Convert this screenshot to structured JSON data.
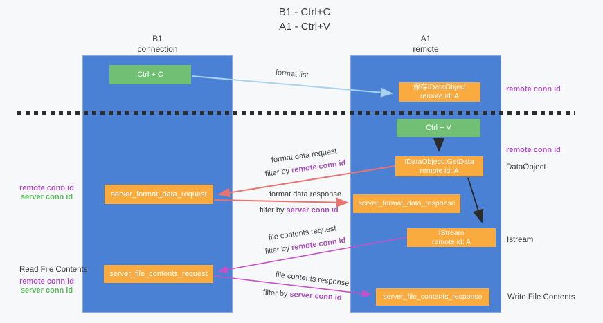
{
  "title": {
    "line1": "B1 - Ctrl+C",
    "line2": "A1 - Ctrl+V"
  },
  "columns": {
    "left": {
      "name": "B1",
      "subtitle": "connection"
    },
    "right": {
      "name": "A1",
      "subtitle": "remote"
    }
  },
  "boxes": {
    "ctrl_c": "Ctrl + C",
    "ctrl_v": "Ctrl + V",
    "save_idataobject": {
      "line1": "保存IDataObject",
      "line2": "remote id: A"
    },
    "getdata": {
      "line1": "IDataObject::GetData",
      "line2": "remote id: A"
    },
    "istream": {
      "line1": "IStream",
      "line2": "remote id: A"
    },
    "format_request": "server_format_data_request",
    "format_response": "server_format_data_response",
    "file_request": "server_file_contents_request",
    "file_response": "server_file_contents_response"
  },
  "flow_labels": {
    "format_list": "format list",
    "format_data_request": "format data request",
    "filter_remote_1": {
      "prefix": "filter by ",
      "highlight": "remote conn id"
    },
    "format_data_response": "format data response",
    "filter_server_1": {
      "prefix": "filter by ",
      "highlight": "server conn id"
    },
    "file_contents_request": "file contents request",
    "filter_remote_2": {
      "prefix": "filter by ",
      "highlight": "remote conn id"
    },
    "file_contents_response": "file contents response",
    "filter_server_2": {
      "prefix": "filter by ",
      "highlight": "server conn id"
    }
  },
  "side_labels": {
    "right_remote_1": "remote conn id",
    "right_remote_2": "remote conn id",
    "dataobject": "DataObject",
    "istream": "Istream",
    "write_file": "Write File Contents",
    "left_remote_1": "remote conn id",
    "left_server_1": "server conn id",
    "read_file": "Read File Contents",
    "left_remote_2": "remote conn id",
    "left_server_2": "server conn id"
  },
  "colors": {
    "column_blue": "#4a81d4",
    "box_green": "#71bf74",
    "box_orange": "#f9ab40",
    "label_purple": "#a94fc0",
    "label_green": "#5cb85c",
    "arrow_red": "#e77471",
    "arrow_magenta": "#c750c7",
    "arrow_lightblue": "#a8d2f0",
    "arrow_black": "#2b2b2b"
  }
}
